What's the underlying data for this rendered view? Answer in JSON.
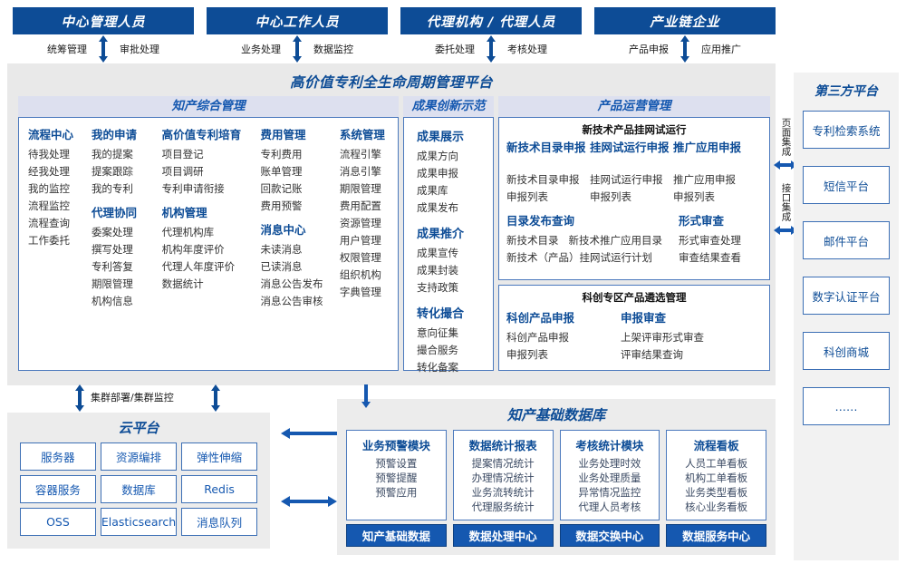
{
  "roles": [
    {
      "title": "中心管理人员",
      "subs": [
        "统筹管理",
        "审批处理"
      ]
    },
    {
      "title": "中心工作人员",
      "subs": [
        "业务处理",
        "数据监控"
      ]
    },
    {
      "title": "代理机构 / 代理人员",
      "subs": [
        "委托处理",
        "考核处理"
      ]
    },
    {
      "title": "产业链企业",
      "subs": [
        "产品申报",
        "应用推广"
      ]
    }
  ],
  "platform": {
    "title": "高价值专利全生命周期管理平台",
    "knowledge": {
      "head": "知产综合管理",
      "columns": [
        {
          "groups": [
            {
              "title": "流程中心",
              "items": [
                "待我处理",
                "经我处理",
                "我的监控",
                "流程监控",
                "流程查询",
                "工作委托"
              ]
            }
          ]
        },
        {
          "groups": [
            {
              "title": "我的申请",
              "items": [
                "我的提案",
                "提案跟踪",
                "我的专利"
              ]
            },
            {
              "title": "代理协同",
              "items": [
                "委案处理",
                "撰写处理",
                "专利答复",
                "期限管理",
                "机构信息"
              ]
            }
          ]
        },
        {
          "groups": [
            {
              "title": "高价值专利培育",
              "items": [
                "项目登记",
                "项目调研",
                "专利申请衔接"
              ]
            },
            {
              "title": "机构管理",
              "items": [
                "代理机构库",
                "机构年度评价",
                "代理人年度评价",
                "数据统计"
              ]
            }
          ]
        },
        {
          "groups": [
            {
              "title": "费用管理",
              "items": [
                "专利费用",
                "账单管理",
                "回款记账",
                "费用预警"
              ]
            },
            {
              "title": "消息中心",
              "items": [
                "未读消息",
                "已读消息",
                "消息公告发布",
                "消息公告审核"
              ]
            }
          ]
        },
        {
          "groups": [
            {
              "title": "系统管理",
              "items": [
                "流程引擎",
                "消息引擎",
                "期限管理",
                "费用配置",
                "资源管理",
                "用户管理",
                "权限管理",
                "组织机构",
                "字典管理"
              ]
            }
          ]
        }
      ]
    },
    "achievement": {
      "head": "成果创新示范",
      "groups": [
        {
          "title": "成果展示",
          "items": [
            "成果方向",
            "成果申报",
            "成果库",
            "成果发布"
          ]
        },
        {
          "title": "成果推介",
          "items": [
            "成果宣传",
            "成果封装",
            "支持政策"
          ]
        },
        {
          "title": "转化撮合",
          "items": [
            "意向征集",
            "撮合服务",
            "转化备案"
          ]
        }
      ]
    },
    "product": {
      "head": "产品运营管理",
      "box_a": {
        "title": "新技术产品挂网试运行",
        "row1": [
          {
            "title": "新技术目录申报",
            "items": [
              "新技术目录申报",
              "申报列表"
            ]
          },
          {
            "title": "挂网试运行申报",
            "items": [
              "挂网试运行申报",
              "申报列表"
            ]
          },
          {
            "title": "推广应用申报",
            "items": [
              "推广应用申报",
              "申报列表"
            ]
          }
        ],
        "row2": [
          {
            "title": "目录发布查询",
            "items": [
              "新技术目录",
              "新技术推广应用目录",
              "新技术（产品）挂网试运行计划"
            ]
          },
          {
            "title": "形式审查",
            "items": [
              "形式审查处理",
              "审查结果查看"
            ]
          }
        ]
      },
      "box_b": {
        "title": "科创专区产品遴选管理",
        "cols": [
          {
            "title": "科创产品申报",
            "items": [
              "科创产品申报",
              "申报列表"
            ]
          },
          {
            "title": "申报审查",
            "items": [
              "上架评审形式审查",
              "评审结果查询"
            ]
          }
        ]
      }
    }
  },
  "interface": {
    "page_integration": "页面集成",
    "api_integration": "接口集成"
  },
  "third_party": {
    "title": "第三方平台",
    "items": [
      "专利检索系统",
      "短信平台",
      "邮件平台",
      "数字认证平台",
      "科创商城",
      "……"
    ]
  },
  "cloud": {
    "cluster_label": "集群部署/集群监控",
    "title": "云平台",
    "cells": [
      "服务器",
      "资源编排",
      "弹性伸缩",
      "容器服务",
      "数据库",
      "Redis",
      "OSS",
      "Elasticsearch",
      "消息队列"
    ]
  },
  "kdb": {
    "title": "知产基础数据库",
    "columns": [
      {
        "head": "业务预警模块",
        "items": [
          "预警设置",
          "预警提醒",
          "预警应用"
        ],
        "foot": "知产基础数据"
      },
      {
        "head": "数据统计报表",
        "items": [
          "提案情况统计",
          "办理情况统计",
          "业务流转统计",
          "代理服务统计"
        ],
        "foot": "数据处理中心"
      },
      {
        "head": "考核统计模块",
        "items": [
          "业务处理时效",
          "业务处理质量",
          "异常情况监控",
          "代理人员考核"
        ],
        "foot": "数据交换中心"
      },
      {
        "head": "流程看板",
        "items": [
          "人员工单看板",
          "机构工单看板",
          "业务类型看板",
          "核心业务看板"
        ],
        "foot": "数据服务中心"
      }
    ]
  },
  "colors": {
    "brand_dark": "#0d4c96",
    "brand_mid": "#1558b0",
    "border_blue": "#4b79bd",
    "panel_head_bg": "#dde0ef",
    "container_bg": "#e9e9e9"
  }
}
